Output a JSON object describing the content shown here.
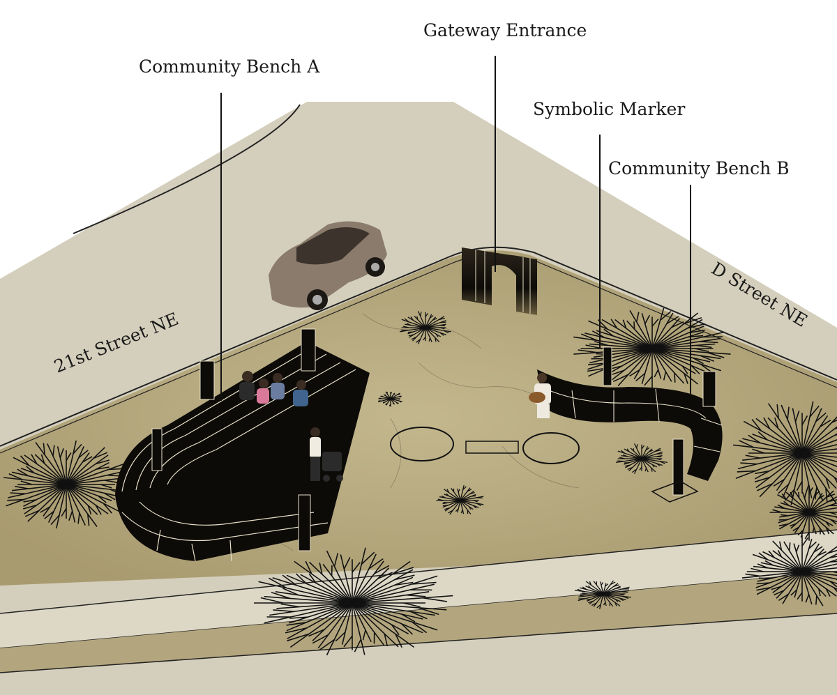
{
  "callouts": {
    "community_bench_a": "Community Bench A",
    "gateway_entrance": "Gateway Entrance",
    "symbolic_marker": "Symbolic Marker",
    "community_bench_b": "Community Bench B"
  },
  "streets": {
    "twenty_first": "21st Street NE",
    "d_street": "D Street NE"
  },
  "colors": {
    "ground": "#d4cfbc",
    "plaza": "#b3a67e",
    "sidewalk": "#ddd8c6",
    "bench": "#0d0b08",
    "car": "#8a7b6c"
  }
}
